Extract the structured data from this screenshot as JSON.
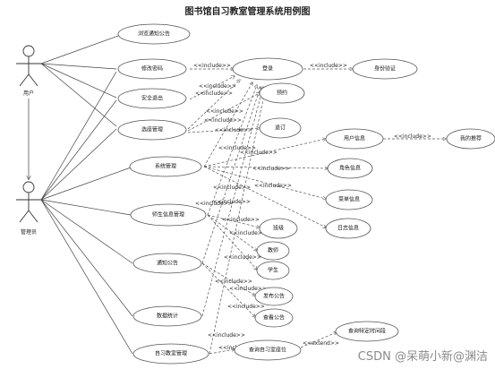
{
  "title": "图书馆自习教室管理系统用例图",
  "watermark": "CSDN @呆萌小新@渊洁",
  "actors": [
    {
      "id": "user",
      "label": "用户"
    },
    {
      "id": "admin",
      "label": "管理员"
    }
  ],
  "usecases": [
    {
      "id": "notice_browse",
      "label": "浏览通知公告"
    },
    {
      "id": "change_pwd",
      "label": "修改密码"
    },
    {
      "id": "logout",
      "label": "安全退出"
    },
    {
      "id": "seat_mgmt",
      "label": "选座管理"
    },
    {
      "id": "sys_mgmt",
      "label": "系统管理"
    },
    {
      "id": "ts_info",
      "label": "师生信息管理"
    },
    {
      "id": "notice_ann",
      "label": "通知公告"
    },
    {
      "id": "stats",
      "label": "数据统计"
    },
    {
      "id": "room_mgmt",
      "label": "自习教室管理"
    },
    {
      "id": "login",
      "label": "登录"
    },
    {
      "id": "auth",
      "label": "身份验证"
    },
    {
      "id": "reserve",
      "label": "预约"
    },
    {
      "id": "cancel",
      "label": "退订"
    },
    {
      "id": "user_info",
      "label": "用户信息"
    },
    {
      "id": "my_rec",
      "label": "我的推荐"
    },
    {
      "id": "role_info",
      "label": "角色信息"
    },
    {
      "id": "menu_info",
      "label": "菜单信息"
    },
    {
      "id": "log_info",
      "label": "日志信息"
    },
    {
      "id": "class",
      "label": "班级"
    },
    {
      "id": "teacher",
      "label": "教师"
    },
    {
      "id": "student",
      "label": "学生"
    },
    {
      "id": "publish",
      "label": "发布公告"
    },
    {
      "id": "view_notice",
      "label": "查看公告"
    },
    {
      "id": "query_seat",
      "label": "查询自习室座位"
    },
    {
      "id": "query_time",
      "label": "查询特定时间段"
    }
  ],
  "relations": {
    "include": "<<include>>",
    "extend": "<<extend>>"
  },
  "include_labels": [
    "<<include>>",
    "<<include>>",
    "<<include>>",
    "<<include>>",
    "<<include>>",
    "<<include>>",
    "<<include>>",
    "<<include>>",
    "<<include>>",
    "<<include>>",
    "<<include>>",
    "<<include>>",
    "<<include>>",
    "<<include>>",
    "<<include>>",
    "<<include>>",
    "<<include>>",
    "<<include>>",
    "<<include>>",
    "<<include>>",
    "<<include>>",
    "<<include>>",
    "<<include>>"
  ]
}
